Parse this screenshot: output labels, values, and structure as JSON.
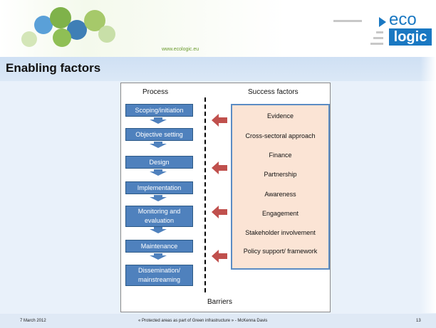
{
  "header": {
    "url": "www.ecologic.eu",
    "logo_line1": "eco",
    "logo_line2": "logic"
  },
  "title": "Enabling factors",
  "diagram": {
    "process_label": "Process",
    "success_label": "Success factors",
    "barriers_label": "Barriers",
    "process_steps": [
      "Scoping/initiation",
      "Objective setting",
      "Design",
      "Implementation",
      "Monitoring and evaluation",
      "Maintenance",
      "Dissemination/ mainstreaming"
    ],
    "success_factors": [
      "Evidence",
      "Cross-sectoral approach",
      "Finance",
      "Partnership",
      "Awareness",
      "Engagement",
      "Stakeholder involvement",
      "Policy support/ framework"
    ],
    "colors": {
      "process_fill": "#4f81bd",
      "success_fill": "#fbe4d5",
      "success_border": "#5b8cc4",
      "arrow_red": "#c0504d"
    }
  },
  "footer": {
    "date": "7 March 2012",
    "caption": "« Protected areas as part of Green infrastructure » - McKenna Davis",
    "page": "13"
  }
}
